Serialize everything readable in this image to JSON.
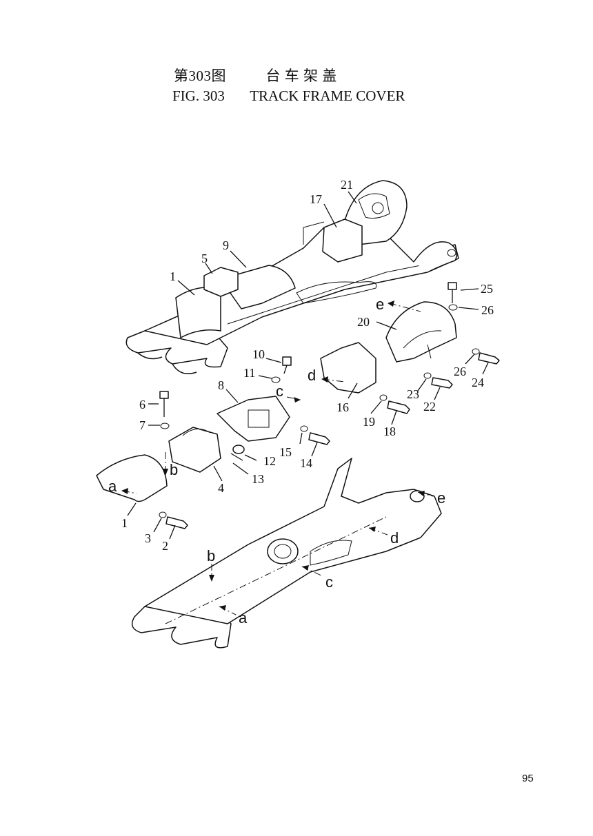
{
  "header": {
    "title_cn": "第303图          台 车 架 盖",
    "title_en": "FIG. 303       TRACK FRAME COVER"
  },
  "page_number": "95",
  "callouts": [
    "1",
    "5",
    "9",
    "17",
    "21",
    "25",
    "26",
    "20",
    "10",
    "11",
    "8",
    "6",
    "7",
    "12",
    "13",
    "14",
    "15",
    "4",
    "3",
    "2",
    "16",
    "18",
    "19",
    "23",
    "22",
    "24"
  ],
  "ref_letters": [
    "a",
    "b",
    "c",
    "d",
    "e"
  ]
}
